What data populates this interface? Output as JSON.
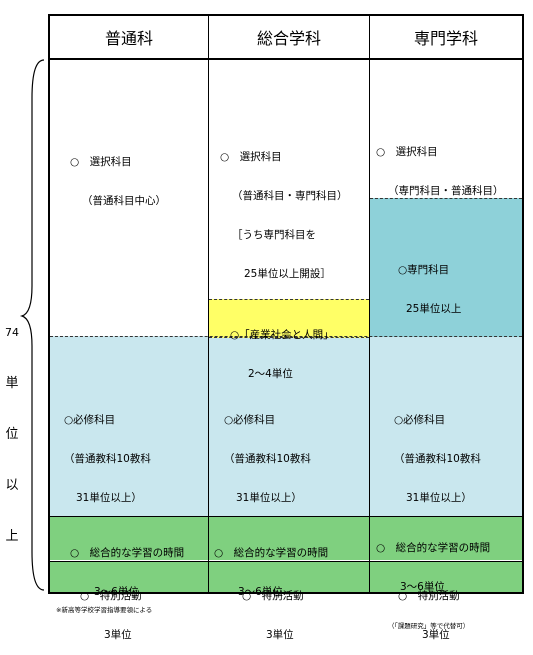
{
  "columns": [
    {
      "header": "普通科"
    },
    {
      "header": "総合学科"
    },
    {
      "header": "専門学科"
    }
  ],
  "units_label": [
    "74",
    "単",
    "位",
    "以",
    "上"
  ],
  "elective": {
    "general": [
      "○　選択科目",
      "（普通科目中心）"
    ],
    "integrated": [
      "○　選択科目",
      "（普通科目・専門科目）",
      "［うち専門科目を",
      "25単位以上開設］"
    ],
    "specialized": [
      "○　選択科目",
      "（専門科目・普通科目）"
    ]
  },
  "specialized_subjects": [
    "○専門科目",
    "25単位以上"
  ],
  "industry_society": [
    "○「産業社会と人間」",
    "2～4単位"
  ],
  "required": [
    "○必修科目",
    "（普通教科10教科",
    "31単位以上）"
  ],
  "integrated_study": {
    "line1": "○　総合的な学習の時間",
    "line2": "3～6単位",
    "note": "（「課題研究」等で代替可）"
  },
  "special_activities": [
    "○　特別活動",
    "3単位"
  ],
  "footnote": "※新高等学校学習指導要領による",
  "colors": {
    "elective_bg": "#ffffff",
    "required_bg": "#c9e7ee",
    "specialized_bg": "#8ed1d9",
    "industry_bg": "#ffff66",
    "green_bg": "#7fd07f"
  }
}
